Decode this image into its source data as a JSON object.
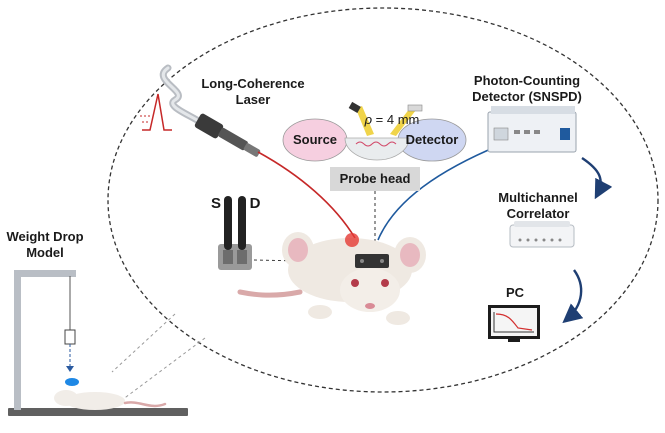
{
  "labels": {
    "laser": [
      "Long-Coherence",
      "Laser"
    ],
    "detector": [
      "Photon-Counting",
      "Detector (SNSPD)"
    ],
    "correlator": [
      "Multichannel",
      "Correlator"
    ],
    "pc": "PC",
    "weight_drop": [
      "Weight Drop",
      "Model"
    ],
    "source": "Source",
    "detector_lobe": "Detector",
    "probe_head": "Probe head",
    "rho_symbol": "ρ",
    "rho_value": "= 4 mm",
    "sd_s": "S",
    "sd_d": "D"
  },
  "colors": {
    "source_lobe": "#f6cfe0",
    "detector_lobe": "#cfd7f2",
    "laser_fiber": "#c62828",
    "detector_fiber": "#1f5a9e",
    "arrow": "#1f3f73",
    "probe_box": "#d8d8d8",
    "yellow_beam": "#f0d44a"
  },
  "icons": [
    "laser-fiber-icon",
    "photon-detector-icon",
    "correlator-icon",
    "pc-monitor-icon",
    "rat-icon",
    "sd-probe-icon",
    "weight-drop-icon"
  ]
}
